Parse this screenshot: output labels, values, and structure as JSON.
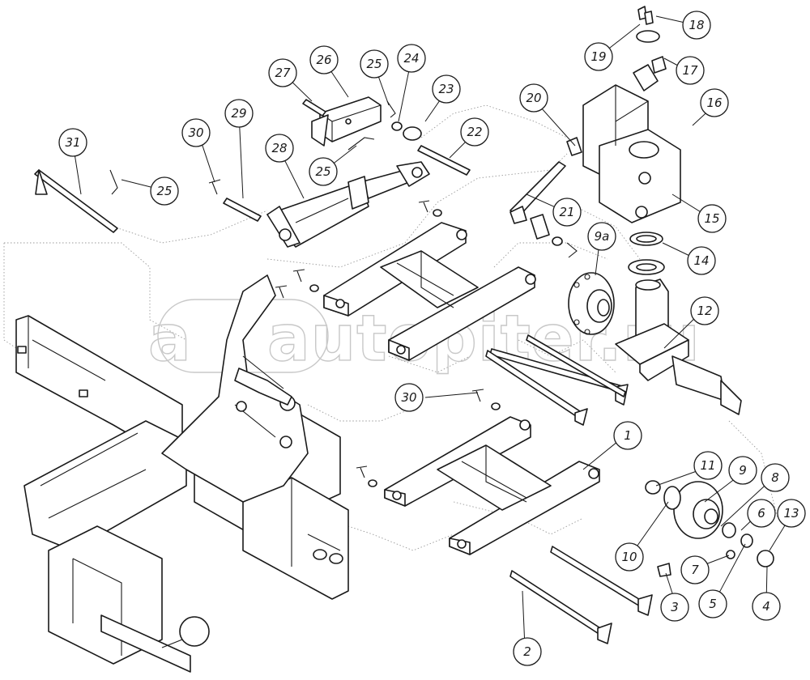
{
  "callouts": [
    {
      "id": "c1",
      "label": "1"
    },
    {
      "id": "c2",
      "label": "2"
    },
    {
      "id": "c3",
      "label": "3"
    },
    {
      "id": "c4",
      "label": "4"
    },
    {
      "id": "c5",
      "label": "5"
    },
    {
      "id": "c6",
      "label": "6"
    },
    {
      "id": "c7",
      "label": "7"
    },
    {
      "id": "c8",
      "label": "8"
    },
    {
      "id": "c9",
      "label": "9"
    },
    {
      "id": "c9a",
      "label": "9a"
    },
    {
      "id": "c10",
      "label": "10"
    },
    {
      "id": "c11",
      "label": "11"
    },
    {
      "id": "c12",
      "label": "12"
    },
    {
      "id": "c13",
      "label": "13"
    },
    {
      "id": "c14",
      "label": "14"
    },
    {
      "id": "c15",
      "label": "15"
    },
    {
      "id": "c16",
      "label": "16"
    },
    {
      "id": "c17",
      "label": "17"
    },
    {
      "id": "c18",
      "label": "18"
    },
    {
      "id": "c19",
      "label": "19"
    },
    {
      "id": "c20",
      "label": "20"
    },
    {
      "id": "c21",
      "label": "21"
    },
    {
      "id": "c22",
      "label": "22"
    },
    {
      "id": "c23",
      "label": "23"
    },
    {
      "id": "c24",
      "label": "24"
    },
    {
      "id": "c25a",
      "label": "25"
    },
    {
      "id": "c25b",
      "label": "25"
    },
    {
      "id": "c25c",
      "label": "25"
    },
    {
      "id": "c26",
      "label": "26"
    },
    {
      "id": "c27",
      "label": "27"
    },
    {
      "id": "c28",
      "label": "28"
    },
    {
      "id": "c29",
      "label": "29"
    },
    {
      "id": "c30a",
      "label": "30"
    },
    {
      "id": "c30b",
      "label": "30"
    },
    {
      "id": "c31",
      "label": "31"
    }
  ],
  "watermark": {
    "text": "autopiter.ru",
    "logo": "a"
  }
}
